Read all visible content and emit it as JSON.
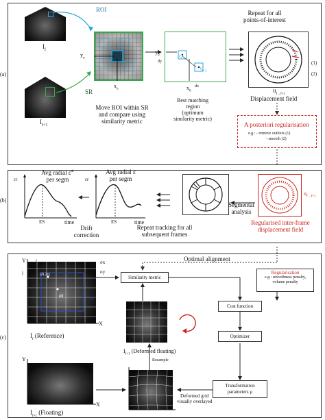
{
  "panel_labels": {
    "a": "(a)",
    "b": "(b)",
    "c": "(c)"
  },
  "a": {
    "img_top_label": "I",
    "img_top_sub": "f",
    "img_bottom_label": "I",
    "img_bottom_sub": "f+1",
    "roi_label": "ROI",
    "sr_label": "SR",
    "move_text": [
      "Move ROI within SR",
      "and compare using",
      "similarity metric"
    ],
    "best_match_text": [
      "Best matching",
      "region",
      "(optimum",
      "similarity metric)"
    ],
    "repeat_text": [
      "Repeat for all",
      "points-of-interest"
    ],
    "yu": "yu",
    "xu": "xu",
    "y0": "y0",
    "x0": "x0",
    "dy": "dy",
    "dx": "dx",
    "rf": "r",
    "rf1": "r",
    "label_1": "(1)",
    "label_2": "(2)",
    "u_label": "u",
    "u_sub": "f→f+1",
    "displacement_field": "Displacement field",
    "regularisation_title": "A posteriori regularisation",
    "reg_eg": "e.g.: - remove outliers (1)",
    "reg_smooth": "- smooth (2)"
  },
  "b": {
    "chart1_title": [
      "Avg radial ε",
      "per segm"
    ],
    "chart1_sup": "dr",
    "chart1_ylabel": "εr",
    "chart1_es": "ES",
    "chart1_time": "time",
    "chart2_title": [
      "Avg radial ε",
      "per segm"
    ],
    "chart2_ylabel": "εr",
    "chart2_es": "ES",
    "chart2_time": "time",
    "drift": [
      "Drift",
      "correction"
    ],
    "repeat": [
      "Repeat tracking for all",
      "subsequent frames"
    ],
    "segmental": [
      "Segmental",
      "analysis"
    ],
    "regularised": [
      "Regularised inter-frame",
      "displacement field"
    ],
    "u_label": "u",
    "u_sub": "f→f+1"
  },
  "c": {
    "optimal_alignment": "Optimal alignment",
    "similarity_metric": "Similarity metric",
    "regularisation_title": "Regularisation",
    "regularisation_eg": [
      "e.g.: smoothness penalty,",
      "volume penalty"
    ],
    "cost_function": "Cost function",
    "optimizer": "Optimizer",
    "transformation": [
      "Transformation",
      "parameters μ"
    ],
    "deformed_grid": [
      "Deformed grid",
      "visually overlayed"
    ],
    "resample": "Resample",
    "ref_label": "I",
    "ref_sub": "f",
    "ref_text": "(Reference)",
    "deformed_label": "I",
    "deformed_sub": "f+1",
    "deformed_text": "(Deformed floating)",
    "floating_label": "I",
    "floating_sub": "f+1",
    "floating_text": "(Floating)",
    "axis_y": "Y",
    "axis_x": "X",
    "i": "i",
    "j": "j",
    "sigma_x": "σx",
    "sigma_y": "σy",
    "point": "(λi,λj)",
    "mu": "μij",
    "nx": "Nx",
    "ny": "Ny"
  }
}
